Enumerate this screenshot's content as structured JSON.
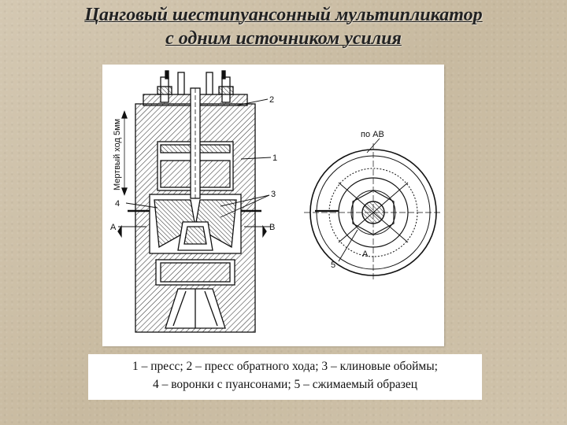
{
  "title": {
    "line1": "Цанговый шестипуансонный мультипликатор",
    "line2": "с одним источником усилия"
  },
  "figure": {
    "side_label": "Мертвый ход 5мм",
    "view_label": "по АВ",
    "callouts": {
      "n1": "1",
      "n2": "2",
      "n3": "3",
      "n4": "4",
      "n5": "5",
      "a_left": "А",
      "b_right": "В",
      "a_circle": "А"
    }
  },
  "caption": {
    "line1": "1 – пресс; 2 – пресс обратного хода; 3 – клиновые обоймы;",
    "line2": "4 – воронки с пуансонами; 5 – сжимаемый образец"
  }
}
